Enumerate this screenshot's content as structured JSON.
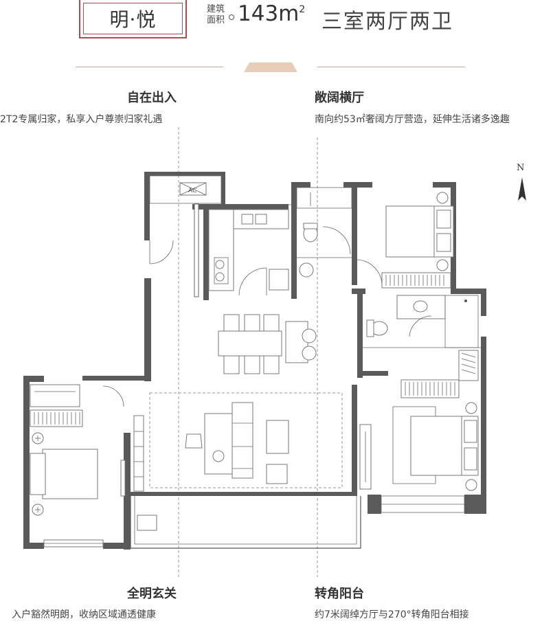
{
  "header": {
    "title": "明·悦",
    "area_label_1": "建筑",
    "area_label_2": "面积",
    "area_value": "143m",
    "area_sup": "2",
    "layout": "三室两厅两卫"
  },
  "features": {
    "top_left": {
      "title": "自在出入",
      "desc": "2T2专属归家，私享入户尊崇归家礼遇"
    },
    "top_right": {
      "title": "敞阔横厅",
      "desc": "南向约53㎡奢阔方厅营造，延伸生活诸多逸趣"
    },
    "bottom_left": {
      "title": "全明玄关",
      "desc": "入户豁然明朗，收纳区域通透健康"
    },
    "bottom_right": {
      "title": "转角阳台",
      "desc": "约7米阔绰方厅与270°转角阳台相接"
    }
  },
  "plan": {
    "ac_label": "AC",
    "north_label": "N"
  },
  "colors": {
    "accent_red": "#b24a4a",
    "wall": "#5a5a5a",
    "deco": "#e8cdb8"
  }
}
